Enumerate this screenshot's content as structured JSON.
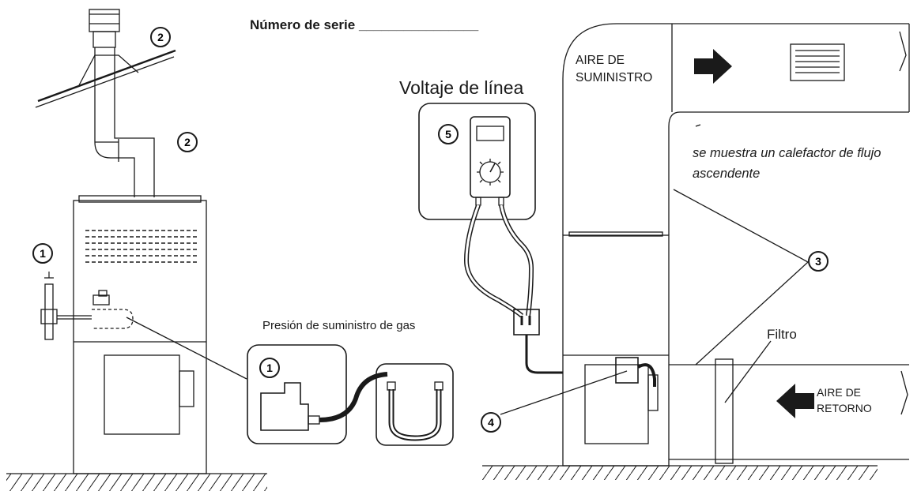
{
  "serial_label": "Número de serie ________________",
  "voltage_title": "Voltaje de línea",
  "gas_pressure_title": "Presión de suministro de gas",
  "supply_air_label": "AIRE DE SUMINISTRO",
  "upflow_note": "se muestra un calefactor de flujo ascendente",
  "filter_label": "Filtro",
  "return_air_label": "AIRE DE RETORNO",
  "callouts": {
    "gas_valve": "1",
    "vent_roof": "2",
    "vent_elbow": "2",
    "ductwork": "3",
    "control_board": "4",
    "voltmeter": "5",
    "gas_inset": "1"
  },
  "colors": {
    "line": "#1a1a1a",
    "background": "#ffffff"
  }
}
